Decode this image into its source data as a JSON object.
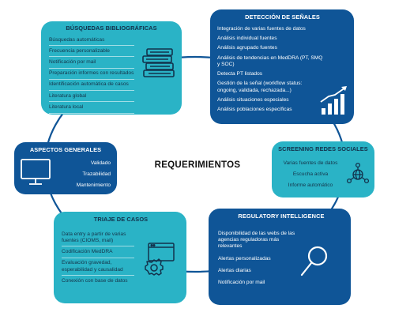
{
  "center": {
    "title": "REQUERIMIENTOS"
  },
  "colors": {
    "teal": "#2ab3c6",
    "navy": "#0f5597",
    "ring": "#0f5597"
  },
  "sections": {
    "busquedas": {
      "title": "BÚSQUEDAS BIBLIOGRÁFICAS",
      "items": [
        "Búsquedas automáticas",
        "Frecuencia personalizable",
        "Notificación por mail",
        "Preparación informes con resultados",
        "Identificación automática de casos",
        "Literatura global",
        "Literatura local"
      ],
      "icon": "books-icon"
    },
    "deteccion": {
      "title": "DETECCIÓN DE SEÑALES",
      "items": [
        "Integración de varias fuentes de datos",
        "Análisis individual fuentes",
        "Análisis agrupado fuentes",
        "Análisis de tendencias en MedDRA (PT, SMQ y SOC)",
        "Detecta PT listados",
        "Gestión de la señal (workflow status: ongoing, validada, rechazada...)",
        "Análisis situaciones especiales",
        "Análisis poblaciones específicas"
      ],
      "icon": "growth-chart-icon"
    },
    "aspectos": {
      "title": "ASPECTOS GENERALES",
      "items": [
        "Validado",
        "Trazabilidad",
        "Mantenimiento"
      ],
      "icon": "monitor-icon"
    },
    "screening": {
      "title": "SCREENING REDES SOCIALES",
      "items": [
        "Varias fuentes de datos",
        "Escucha activa",
        "Informe automático"
      ],
      "icon": "social-network-icon"
    },
    "triaje": {
      "title": "TRIAJE DE CASOS",
      "items": [
        "Data entry a partir de varias fuentes (CIOMS, mail)",
        "Codificación MedDRA",
        "Evaluación gravedad, esperabilidad y causalidad",
        "Conexión con base de datos"
      ],
      "icon": "settings-gear-icon"
    },
    "regulatory": {
      "title": "REGULATORY INTELLIGENCE",
      "items": [
        "Disponibilidad de las webs de las agencias reguladoras más relevantes",
        "Alertas personalizadas",
        "Alertas diarias",
        "Notificación por mail"
      ],
      "icon": "magnifier-icon"
    }
  }
}
